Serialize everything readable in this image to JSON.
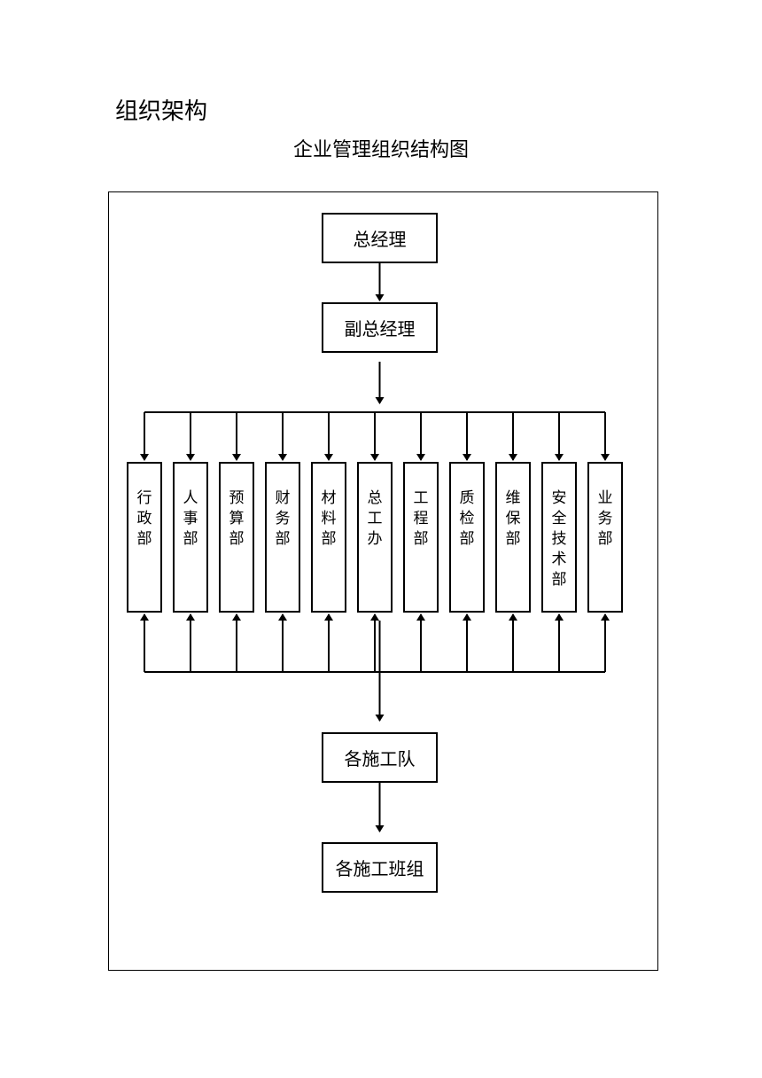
{
  "heading": "组织架构",
  "subtitle": "企业管理组织结构图",
  "nodes": {
    "gm": "总经理",
    "vgm": "副总经理",
    "teams": "各施工队",
    "groups": "各施工班组"
  },
  "departments": [
    {
      "label": "行政部",
      "chars": [
        "行",
        "政",
        "部"
      ]
    },
    {
      "label": "人事部",
      "chars": [
        "人",
        "事",
        "部"
      ]
    },
    {
      "label": "预算部",
      "chars": [
        "预",
        "算",
        "部"
      ]
    },
    {
      "label": "财务部",
      "chars": [
        "财",
        "务",
        "部"
      ]
    },
    {
      "label": "材料部",
      "chars": [
        "材",
        "料",
        "部"
      ]
    },
    {
      "label": "总工办",
      "chars": [
        "总",
        "工",
        "办"
      ]
    },
    {
      "label": "工程部",
      "chars": [
        "工",
        "程",
        "部"
      ]
    },
    {
      "label": "质检部",
      "chars": [
        "质",
        "检",
        "部"
      ]
    },
    {
      "label": "维保部",
      "chars": [
        "维",
        "保",
        "部"
      ]
    },
    {
      "label": "安全技术部",
      "chars": [
        "安",
        "全",
        "技",
        "术",
        "部"
      ]
    },
    {
      "label": "业务部",
      "chars": [
        "业",
        "务",
        "部"
      ]
    }
  ]
}
